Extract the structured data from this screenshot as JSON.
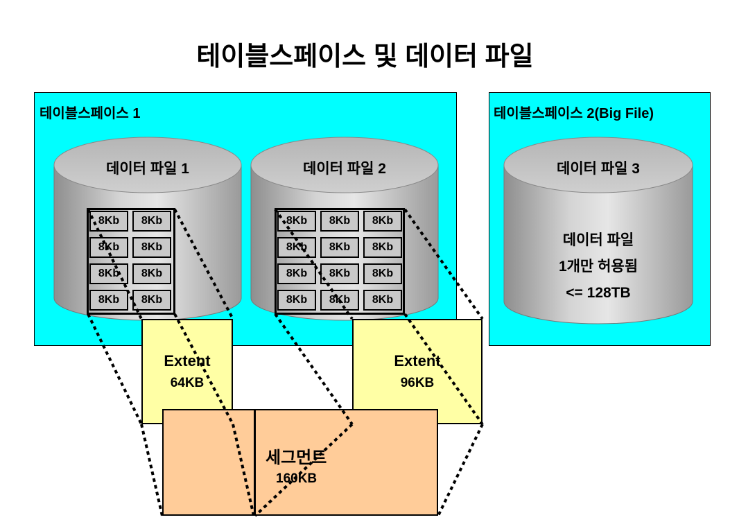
{
  "title": "테이블스페이스 및 데이터 파일",
  "tablespace1": {
    "label": "테이블스페이스 1",
    "datafile1": {
      "label": "데이터 파일 1",
      "blocks": [
        "8Kb",
        "8Kb",
        "8Kb",
        "8Kb",
        "8Kb",
        "8Kb",
        "8Kb",
        "8Kb"
      ]
    },
    "datafile2": {
      "label": "데이터 파일 2",
      "blocks": [
        "8Kb",
        "8Kb",
        "8Kb",
        "8Kb",
        "8Kb",
        "8Kb",
        "8Kb",
        "8Kb",
        "8Kb",
        "8Kb",
        "8Kb",
        "8Kb"
      ]
    }
  },
  "tablespace2": {
    "label": "테이블스페이스 2(Big File)",
    "datafile3": {
      "label": "데이터 파일 3",
      "info": [
        "데이터 파일",
        "1개만 허용됨",
        "<= 128TB"
      ]
    }
  },
  "extent1": {
    "label": "Extent",
    "size": "64KB"
  },
  "extent2": {
    "label": "Extent",
    "size": "96KB"
  },
  "segment": {
    "label": "세그먼트",
    "size": "160KB"
  },
  "colors": {
    "tablespace": "#00ffff",
    "extent": "#ffffa5",
    "segment": "#ffcc99",
    "block": "#c9c9c9"
  }
}
